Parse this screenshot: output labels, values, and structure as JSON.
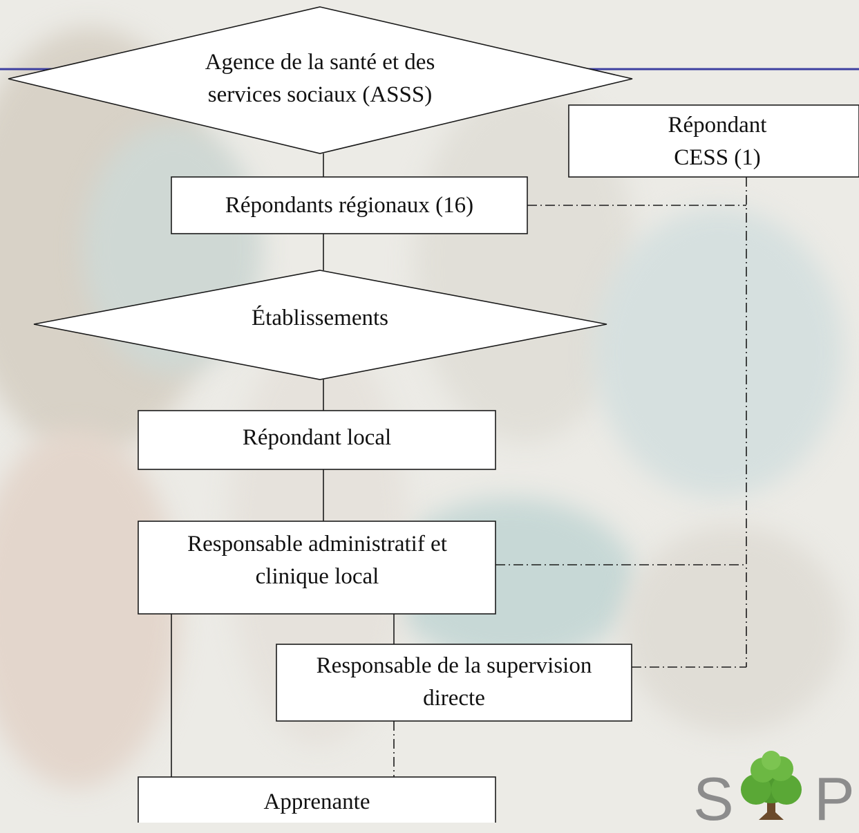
{
  "diagram": {
    "nodes": {
      "asss": "Agence de la santé et des services sociaux (ASSS)",
      "regionaux": "Répondants régionaux (16)",
      "cess": "Répondant CESS (1)",
      "etablissements": "Établissements",
      "local": "Répondant local",
      "admin": "Responsable administratif et clinique local",
      "supervision": "Responsable de la supervision directe",
      "apprenante": "Apprenante"
    }
  },
  "logo": {
    "letter_left": "S",
    "letter_right": "P",
    "icon": "tree-icon"
  },
  "colors": {
    "header_rule": "#3d3fa0",
    "stroke": "#1a1a1a",
    "box_fill": "#ffffff",
    "tree_leaf": "#4f9a2f",
    "tree_trunk": "#6b4a2b"
  }
}
